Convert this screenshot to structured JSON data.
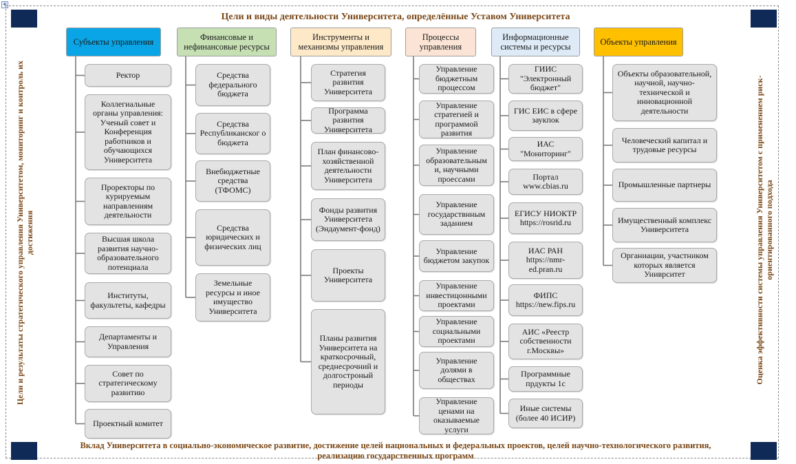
{
  "title_top": "Цели и виды деятельности Университета, определённые Уставом Университета",
  "title_bottom_line1": "Вклад Университета в социально-экономическое развитие, достижение целей национальных и федеральных проектов, целей научно-технологического развития,",
  "title_bottom_line2": "реализацию государственных программ",
  "side_left_line1": "Цели и результаты стратегического управления Университетом, мониторинг и контроль их",
  "side_left_line2": "достижения",
  "side_right_line1": "Оценка эффективности системы управления Университетом с применением риск-",
  "side_right_line2": "ориентированного подхода",
  "colors": {
    "corner": "#0f2a57",
    "title_text": "#7a4716",
    "node_fill": "#e3e3e3"
  },
  "columns": [
    {
      "header": "Субъекты управления",
      "header_color": "#0aa5e6",
      "items": [
        "Ректор",
        "Коллегиальные органы управления: Ученый совет и Конференция работников и обучающихся Университета",
        "Проректоры по курируемым направлениям деятельности",
        "Высшая школа развития научно-образовательного потенциала",
        "Институты, факультеты, кафедры",
        "Департаменты и Управления",
        "Совет по стратегическому развитию",
        "Проектный комитет"
      ]
    },
    {
      "header": "Финансовые и нефинансовые ресурсы",
      "header_color": "#c6e0b4",
      "items": [
        "Средства федерального бюджета",
        "Средства Республиканског о бюджета",
        "Внебюджетные средства (ТФОМС)",
        "Средства юридических и физических лиц",
        "Земельные ресурсы и иное имущество Университета"
      ]
    },
    {
      "header": "Инструменты и механизмы управления",
      "header_color": "#fde9c8",
      "items": [
        "Стратегия развития Университета",
        "Программа развития Университета",
        "План финансово-хозяйственной деятельности Университета",
        "Фонды развития Университета (Эндаумент-фонд)",
        "Проекты Университета",
        "Планы развития Университета на краткосрочный, среднесрочний и долгостроный периоды"
      ]
    },
    {
      "header": "Процессы управления",
      "header_color": "#fbe4d5",
      "items": [
        "Управление бюджетным процессом",
        "Управление стратегией и программой развития",
        "Управление образовательным и, научными проессами",
        "Управление государствнным заданием",
        "Управление бюджетом закупок",
        "Управление инвестицонными проектами",
        "Управление социальными проектами",
        "Управление долями в обществах",
        "Управление ценами на оказываемые услуги"
      ]
    },
    {
      "header": "Информационные системы и ресурсы",
      "header_color": "#deebf7",
      "items": [
        "ГИИС \"Электронный бюджет\"",
        "ГИС ЕИС в сфере заукпок",
        "ИАС \"Мониторинг\"",
        "Портал www.cbias.ru",
        "ЕГИСУ НИОКТР https://rosrid.ru",
        "ИАС РАН https://nmr-ed.pran.ru",
        "ФИПС https://new.fips.ru",
        "АИС «Реестр собственности г.Москвы»",
        "Программные прдукты 1с",
        "Иные системы (более 40 ИСИР)"
      ]
    },
    {
      "header": "Объекты управления",
      "header_color": "#ffc000",
      "items": [
        "Объекты образовательной, научной, научно-технической и инновационной деятельности",
        "Человеческий капитал и трудовые ресурсы",
        "Промышленные партнеры",
        "Имущественный комплекс Университета",
        "Органиации, участником которых является Униврситет"
      ]
    }
  ]
}
